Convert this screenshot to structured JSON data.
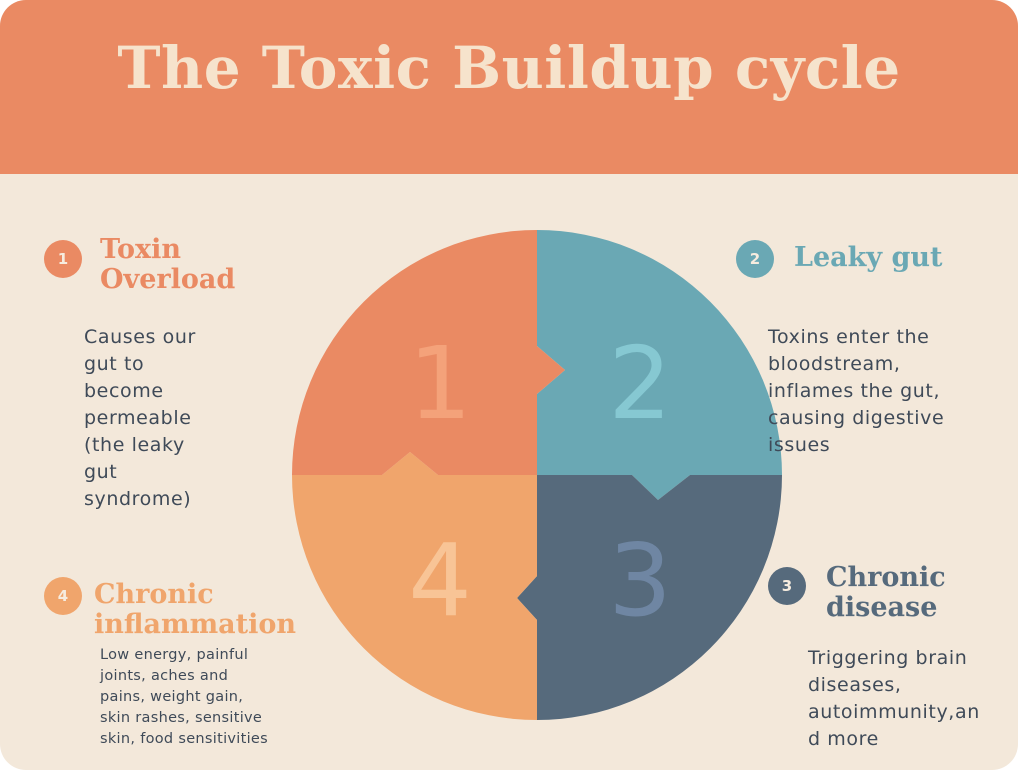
{
  "title": "The Toxic Buildup cycle",
  "colors": {
    "header": "#ea8a63",
    "background": "#f3e8da",
    "step1": "#ea8a63",
    "step2": "#6aa8b4",
    "step3": "#566a7c",
    "step4": "#f0a56c"
  },
  "segments": [
    {
      "number": "1"
    },
    {
      "number": "2"
    },
    {
      "number": "3"
    },
    {
      "number": "4"
    }
  ],
  "steps": [
    {
      "badge": "1",
      "heading": "Toxin\nOverload",
      "description": "Causes our\ngut to\nbecome\npermeable\n(the leaky\ngut\nsyndrome)"
    },
    {
      "badge": "2",
      "heading": "Leaky gut",
      "description": "Toxins enter the\nbloodstream,\ninflames the gut,\ncausing digestive\nissues"
    },
    {
      "badge": "3",
      "heading": "Chronic\ndisease",
      "description": "Triggering  brain\ndiseases,\nautoimmunity,an\nd more"
    },
    {
      "badge": "4",
      "heading": "Chronic\ninflammation",
      "description": "Low energy, painful\njoints, aches and\npains, weight gain,\nskin rashes, sensitive\nskin, food sensitivities"
    }
  ]
}
